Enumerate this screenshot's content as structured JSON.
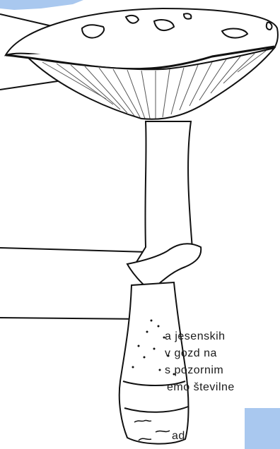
{
  "text_lines": [
    "a jesenskih",
    "v gozd na",
    "s pozornim",
    "emo številne",
    "ad"
  ],
  "colors": {
    "accent_blue": "#a9c8ef",
    "ink": "#111111"
  },
  "icons": [
    "mushroom-illustration"
  ]
}
